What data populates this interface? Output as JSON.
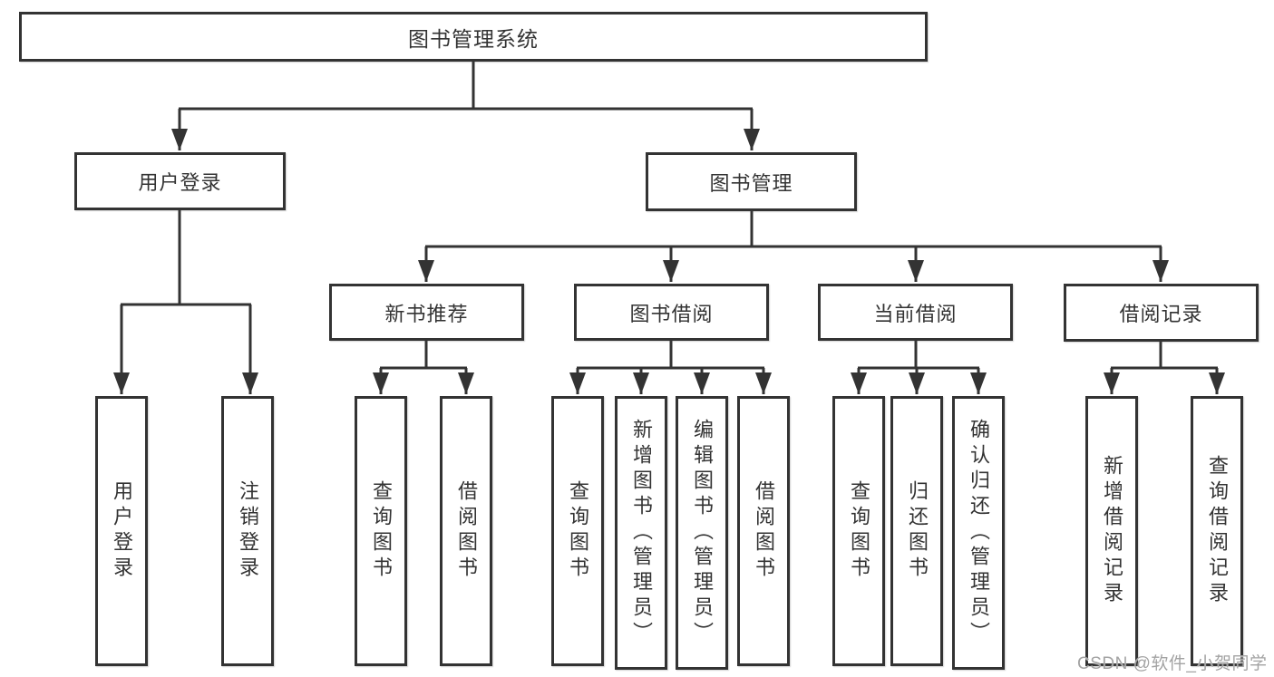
{
  "tree": {
    "root": "图书管理系统",
    "children": [
      {
        "label": "用户登录",
        "children": [
          "用户登录",
          "注销登录"
        ]
      },
      {
        "label": "图书管理",
        "children": [
          {
            "label": "新书推荐",
            "children": [
              "查询图书",
              "借阅图书"
            ]
          },
          {
            "label": "图书借阅",
            "children": [
              "查询图书",
              "新增图书（管理员）",
              "编辑图书（管理员）",
              "借阅图书"
            ]
          },
          {
            "label": "当前借阅",
            "children": [
              "查询图书",
              "归还图书",
              "确认归还（管理员）"
            ]
          },
          {
            "label": "借阅记录",
            "children": [
              "新增借阅记录",
              "查询借阅记录"
            ]
          }
        ]
      }
    ]
  },
  "watermark": {
    "text": "CSDN @软件_小贺同学"
  },
  "colors": {
    "line": "#333333",
    "box_border": "#333333",
    "box_fill": "#ffffff",
    "text": "#333333",
    "watermark": "#a3a3a3",
    "background": "#ffffff"
  }
}
